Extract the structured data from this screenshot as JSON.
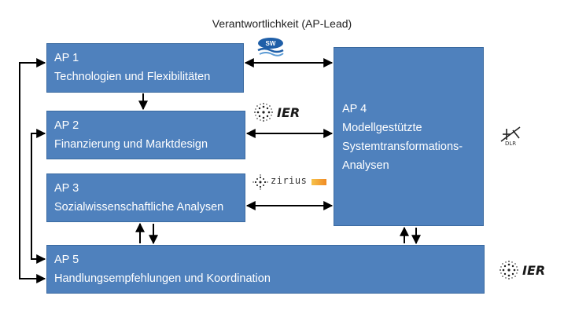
{
  "diagram": {
    "title": "Verantwortlichkeit (AP-Lead)",
    "boxes": {
      "ap1": {
        "line1": "AP 1",
        "line2": "Technologien und Flexibilitäten"
      },
      "ap2": {
        "line1": "AP 2",
        "line2": "Finanzierung und Marktdesign"
      },
      "ap3": {
        "line1": "AP 3",
        "line2": "Sozialwissenschaftliche Analysen"
      },
      "ap4": {
        "line1": "AP 4",
        "line2": "Modellgestützte",
        "line3": "Systemtransformations-",
        "line4": "Analysen"
      },
      "ap5": {
        "line1": "AP 5",
        "line2": "Handlungsempfehlungen und Koordination"
      }
    },
    "logos": {
      "ier_ap2": "IER",
      "ier_ap5": "IER",
      "zirius_ap3": "zirius",
      "dlr_ap4": "DLR",
      "sw_ap1": "SW"
    },
    "colors": {
      "box_fill": "#4f81bd",
      "box_border": "#3a6aa0",
      "arrow": "#000000"
    }
  }
}
